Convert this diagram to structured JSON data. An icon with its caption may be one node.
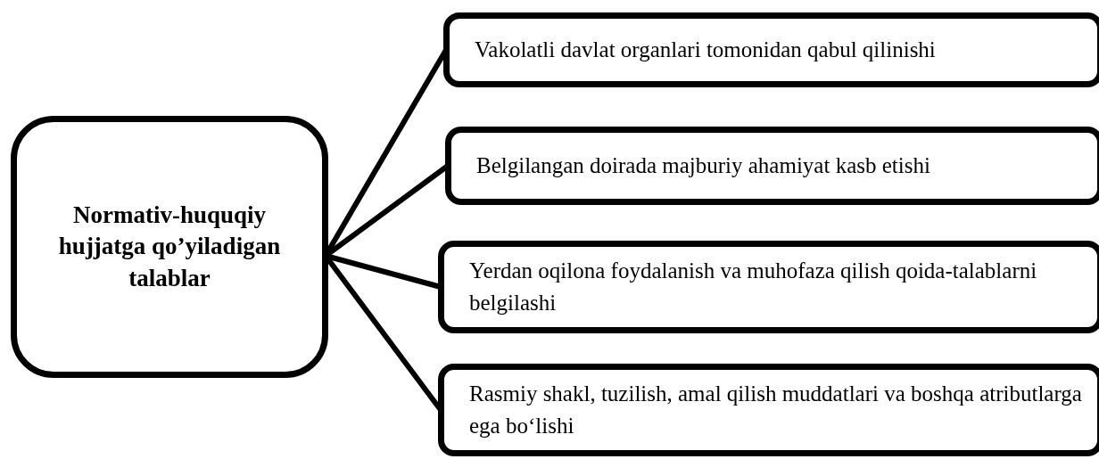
{
  "diagram": {
    "nodes": [
      {
        "text": [
          "Normativ-huquqiy hujjatga qo’yiladigan talablar"
        ]
      },
      {
        "text": [
          "Vakolatli davlat organlari tomonidan qabul qilinishi"
        ]
      },
      {
        "text": [
          "Belgilangan doirada majburiy ahamiyat  kasb etishi"
        ]
      },
      {
        "text": [
          "Yerdan oqilona foydalanish va muhofaza qilish qoida-talablarni belgilashi"
        ]
      },
      {
        "text": [
          "Rasmiy shakl, tuzilish, amal qilish muddatlari va boshqa atributlarga ega bo‘lishi"
        ]
      }
    ],
    "edges": [
      {
        "from": 0,
        "to": 1,
        "arrow": "none"
      },
      {
        "from": 0,
        "to": 2,
        "arrow": "none"
      },
      {
        "from": 0,
        "to": 3,
        "arrow": "none"
      },
      {
        "from": 0,
        "to": 4,
        "arrow": "none"
      }
    ]
  }
}
